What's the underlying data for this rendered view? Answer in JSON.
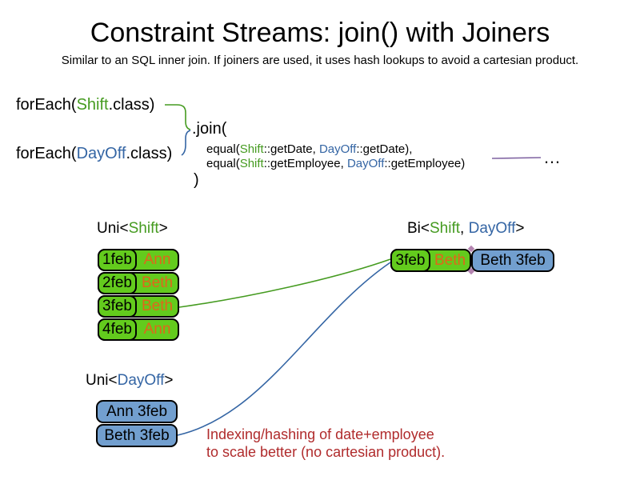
{
  "title": "Constraint Streams: join() with Joiners",
  "subtitle": "Similar to an SQL inner join. If joiners are used, it uses hash lookups to avoid a cartesian product.",
  "colors": {
    "shift_green_text": "#459B20",
    "dayoff_blue_text": "#3465A4",
    "shift_green_fill": "#63CB1D",
    "dayoff_blue_fill": "#729FCF",
    "employee_orange_text": "#E0661B",
    "note_red_text": "#B02B2C",
    "more_joiners_purple": "#8064A2",
    "junction_diamond": "#B484B0"
  },
  "code": {
    "foreach_shift": {
      "pre": "forEach(",
      "type": "Shift",
      "post": ".class)"
    },
    "foreach_dayoff": {
      "pre": "forEach(",
      "type": "DayOff",
      "post": ".class)"
    },
    "join_open": ".join(",
    "joiner_date": {
      "pre": "equal(",
      "t1": "Shift",
      "mid": "::getDate, ",
      "t2": "DayOff",
      "post": "::getDate),"
    },
    "joiner_employee": {
      "pre": "equal(",
      "t1": "Shift",
      "mid": "::getEmployee, ",
      "t2": "DayOff",
      "post": "::getEmployee)"
    },
    "join_close": ")",
    "ellipsis": "…"
  },
  "uni_shift": {
    "label": {
      "pre": "Uni<",
      "type": "Shift",
      "post": ">"
    },
    "rows": [
      {
        "date": "1feb",
        "name": "Ann"
      },
      {
        "date": "2feb",
        "name": "Beth"
      },
      {
        "date": "3feb",
        "name": "Beth"
      },
      {
        "date": "4feb",
        "name": "Ann"
      }
    ]
  },
  "bi": {
    "label": {
      "pre": "Bi<",
      "t1": "Shift",
      "sep": ", ",
      "t2": "DayOff",
      "post": ">"
    },
    "row": {
      "date": "3feb",
      "name": "Beth",
      "dayoff": "Beth 3feb"
    }
  },
  "uni_dayoff": {
    "label": {
      "pre": "Uni<",
      "type": "DayOff",
      "post": ">"
    },
    "rows": [
      {
        "text": "Ann 3feb"
      },
      {
        "text": "Beth 3feb"
      }
    ]
  },
  "note": {
    "line1": "Indexing/hashing of date+employee",
    "line2": "to scale better (no cartesian product)."
  }
}
